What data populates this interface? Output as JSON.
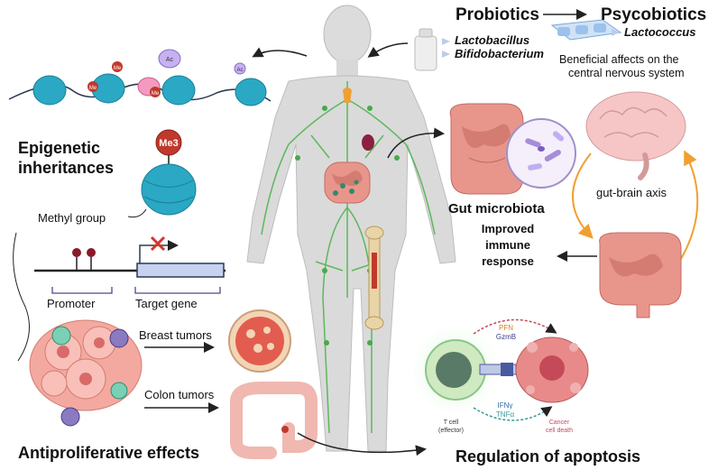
{
  "probiotics": {
    "title": "Probiotics",
    "species": [
      "Lactobacillus",
      "Bifidobacterium"
    ]
  },
  "psycobiotics": {
    "title": "Psycobiotics",
    "species": [
      "Lactococcus"
    ],
    "effect_line1": "Beneficial affects on the",
    "effect_line2": "central nervous system"
  },
  "histone_marks": [
    "Me",
    "Me",
    "Ac",
    "Me",
    "Ac"
  ],
  "epigenetic": {
    "title_line1": "Epigenetic",
    "title_line2": "inheritances",
    "me3_label": "Me3",
    "methyl_group": "Methyl group",
    "promoter": "Promoter",
    "target_gene": "Target gene"
  },
  "gut": {
    "microbiota": "Gut microbiota",
    "axis": "gut-brain axis",
    "immune_line1": "Improved",
    "immune_line2": "immune",
    "immune_line3": "response"
  },
  "antiproliferative": {
    "breast": "Breast tumors",
    "colon": "Colon tumors",
    "title": "Antiproliferative effects"
  },
  "apoptosis": {
    "title": "Regulation of apoptosis",
    "pfn": "PFN",
    "gzmb": "GzmB",
    "ifng": "IFNγ",
    "tnfa": "TNFα",
    "tcell_line1": "T cell",
    "tcell_line2": "(effector)",
    "death_line1": "Cancer",
    "death_line2": "cell death"
  },
  "colors": {
    "histone": "#2aa8c4",
    "methyl": "#c0392b",
    "acetyl": "#b59ae8",
    "gut": "#e8968c",
    "lymph": "#5cb85c",
    "arrow_orange": "#f0a030",
    "body": "#d8d8d8"
  }
}
